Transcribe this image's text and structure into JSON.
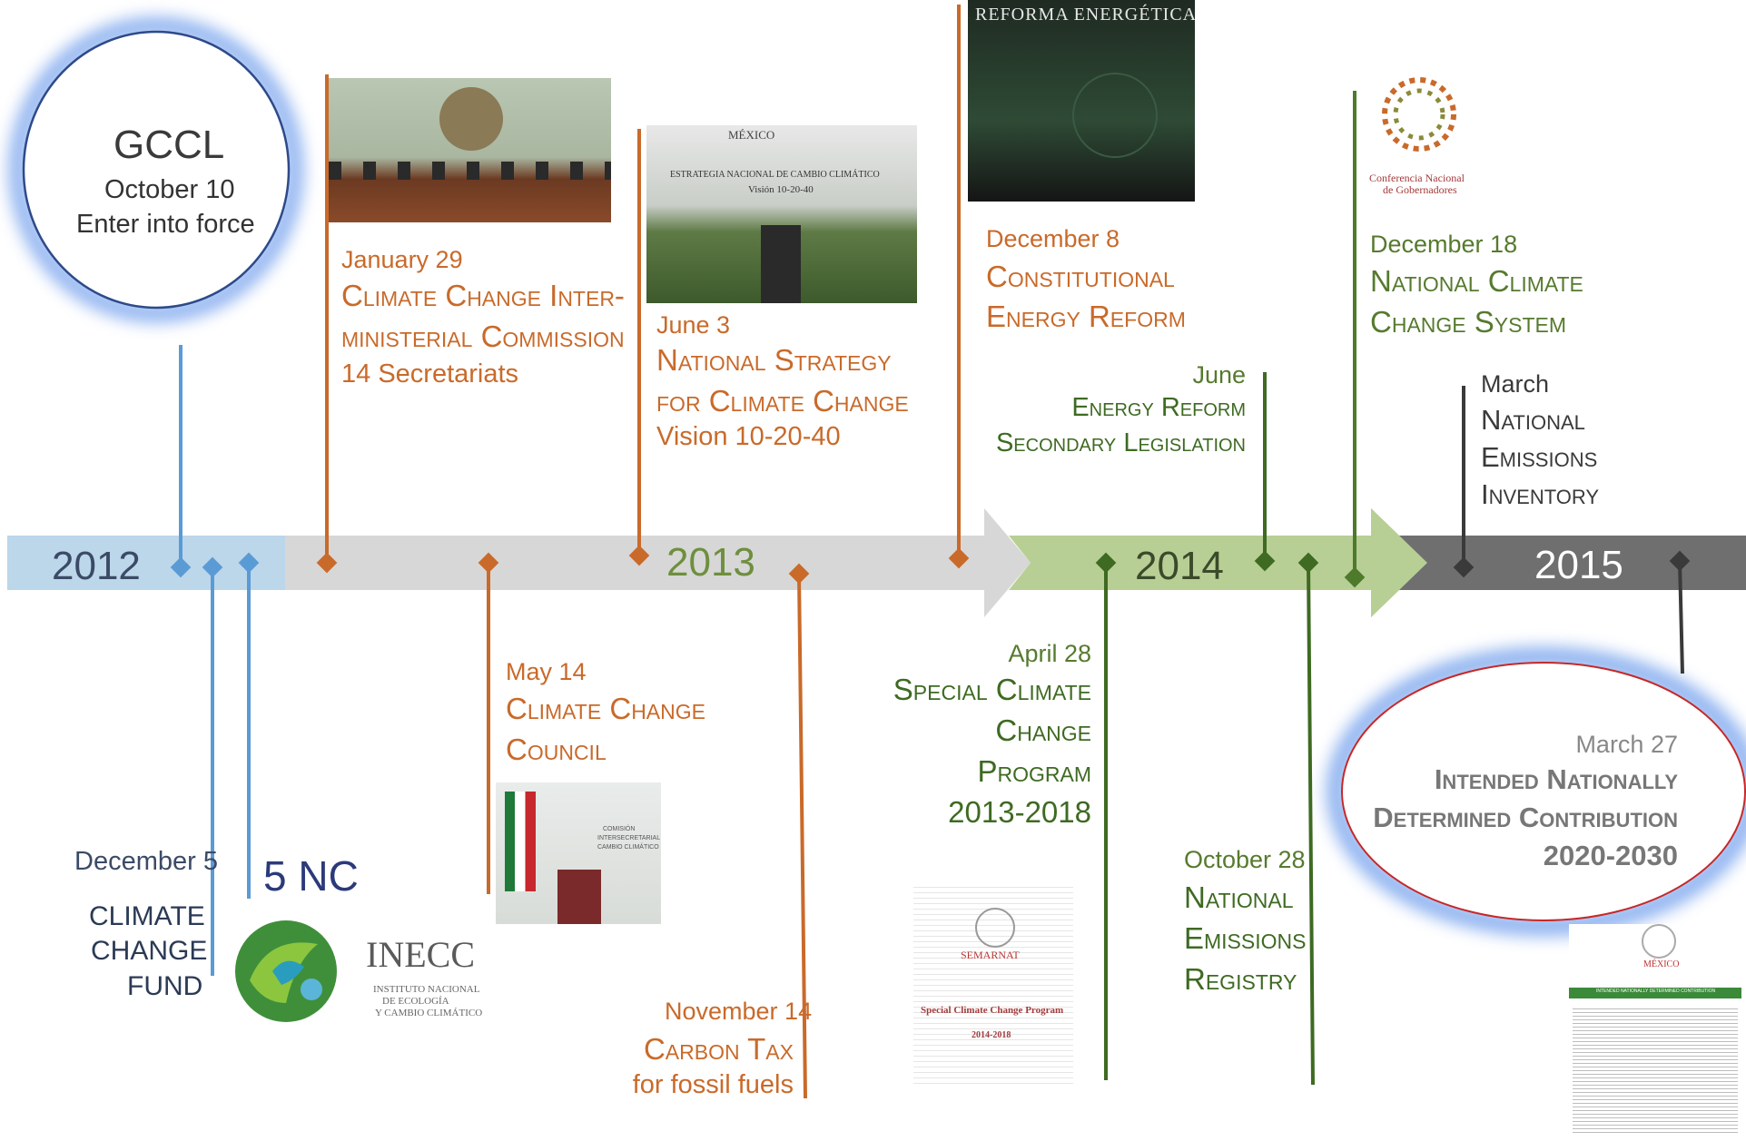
{
  "colors": {
    "band_2012": "#bcd6ea",
    "band_2013": "#d7d7d7",
    "band_2014": "#b7cf95",
    "band_2015": "#6f6f6f",
    "orange": "#c96a2a",
    "green": "#4e7a2b",
    "blue": "#5b9bd5",
    "dark": "#3a3a3a",
    "glow": "#6f9be8",
    "red_ring": "#c62828"
  },
  "years": {
    "y2012": "2012",
    "y2013": "2013",
    "y2014": "2014",
    "y2015": "2015"
  },
  "events": {
    "gccl": {
      "title": "GCCL",
      "date": "October 10",
      "desc": "Enter into force"
    },
    "fund": {
      "date": "December 5",
      "l1": "CLIMATE",
      "l2": "CHANGE",
      "l3": "FUND"
    },
    "nc": {
      "label": "5 NC"
    },
    "inecc": {
      "name": "INECC",
      "sub1": "INSTITUTO NACIONAL",
      "sub2": "DE ECOLOGÍA",
      "sub3": "Y CAMBIO CLIMÁTICO"
    },
    "commission": {
      "date": "January 29",
      "l1": "Climate Change Inter-",
      "l2": "ministerial Commission",
      "l3": "14 Secretariats"
    },
    "strategy": {
      "date": "June 3",
      "l1": "National Strategy",
      "l2": "for Climate Change",
      "l3": "Vision 10-20-40"
    },
    "council": {
      "date": "May 14",
      "l1": "Climate Change",
      "l2": "Council"
    },
    "carbon": {
      "date": "November 14",
      "l1": "Carbon Tax",
      "l2": "for fossil fuels"
    },
    "energy": {
      "date": "December 8",
      "l1": "Constitutional",
      "l2": "Energy Reform"
    },
    "secondary": {
      "date": "June",
      "l1": "Energy Reform",
      "l2": "Secondary Legislation"
    },
    "special": {
      "date": "April 28",
      "l1": "Special Climate",
      "l2": "Change",
      "l3": "Program",
      "l4": "2013-2018"
    },
    "registry": {
      "date": "October 28",
      "l1": "National",
      "l2": "Emissions",
      "l3": "Registry"
    },
    "system": {
      "date": "December 18",
      "l1": "National Climate",
      "l2": "Change System"
    },
    "inventory": {
      "date": "March",
      "l1": "National",
      "l2": "Emissions",
      "l3": "Inventory"
    },
    "indc": {
      "date": "March 27",
      "l1": "Intended Nationally",
      "l2": "Determined Contribution",
      "l3": "2020-2030"
    }
  },
  "images": {
    "reforma": {
      "title": "REFORMA ENERGÉTICA"
    },
    "estrategia": {
      "top": "MÉXICO",
      "title": "ESTRATEGIA NACIONAL DE CAMBIO CLIMÁTICO",
      "sub": "Visión 10-20-40"
    },
    "conago": {
      "l1": "Conferencia Nacional",
      "l2": "de Gobernadores"
    },
    "comision": {
      "l1": "COMISIÓN",
      "l2": "INTERSECRETARIAL",
      "l3": "CAMBIO CLIMÁTICO"
    },
    "semarnat": {
      "logo": "SEMARNAT",
      "title": "Special Climate Change Program",
      "years": "2014-2018"
    },
    "indc_doc": {
      "top": "MÉXICO",
      "bar": "INTENDED NATIONALLY DETERMINED CONTRIBUTION"
    }
  }
}
